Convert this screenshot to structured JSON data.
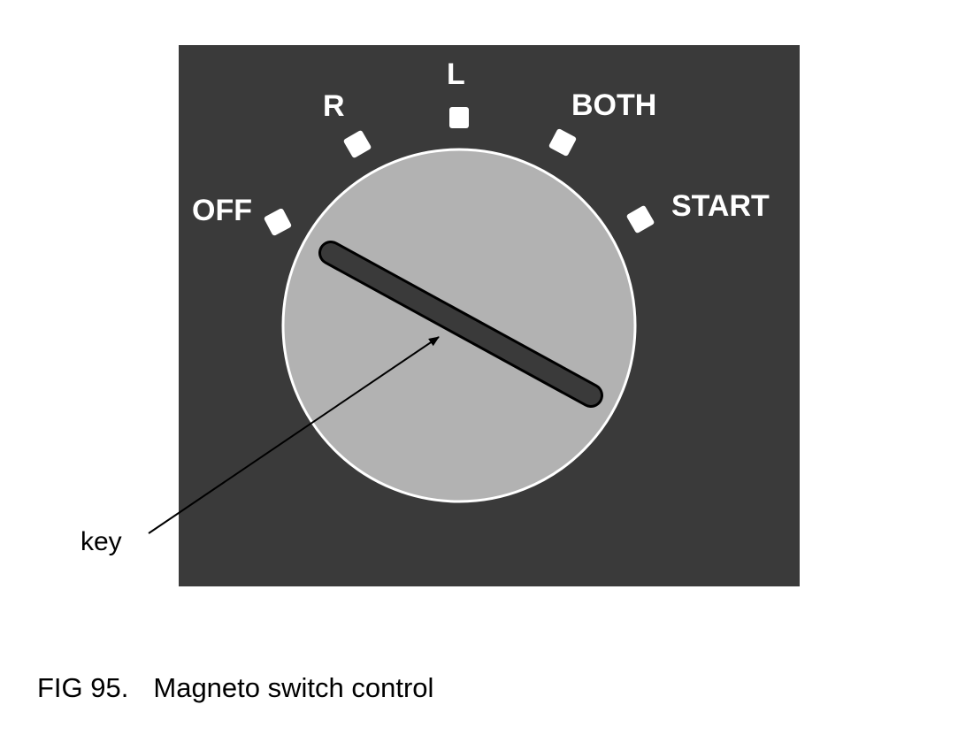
{
  "colors": {
    "panel": "#3a3a3a",
    "knob": "#b2b2b2",
    "knob_rim": "#ffffff",
    "key_slot": "#3a3a3a",
    "marker": "#ffffff",
    "label": "#ffffff",
    "arrow": "#000000"
  },
  "positions": [
    {
      "label": "OFF",
      "marker": "off-marker"
    },
    {
      "label": "R",
      "marker": "r-marker"
    },
    {
      "label": "L",
      "marker": "l-marker"
    },
    {
      "label": "BOTH",
      "marker": "both-marker"
    },
    {
      "label": "START",
      "marker": "start-marker"
    }
  ],
  "callout": {
    "label": "key"
  },
  "caption": {
    "number": "FIG 95.",
    "title": "Magneto switch control"
  }
}
